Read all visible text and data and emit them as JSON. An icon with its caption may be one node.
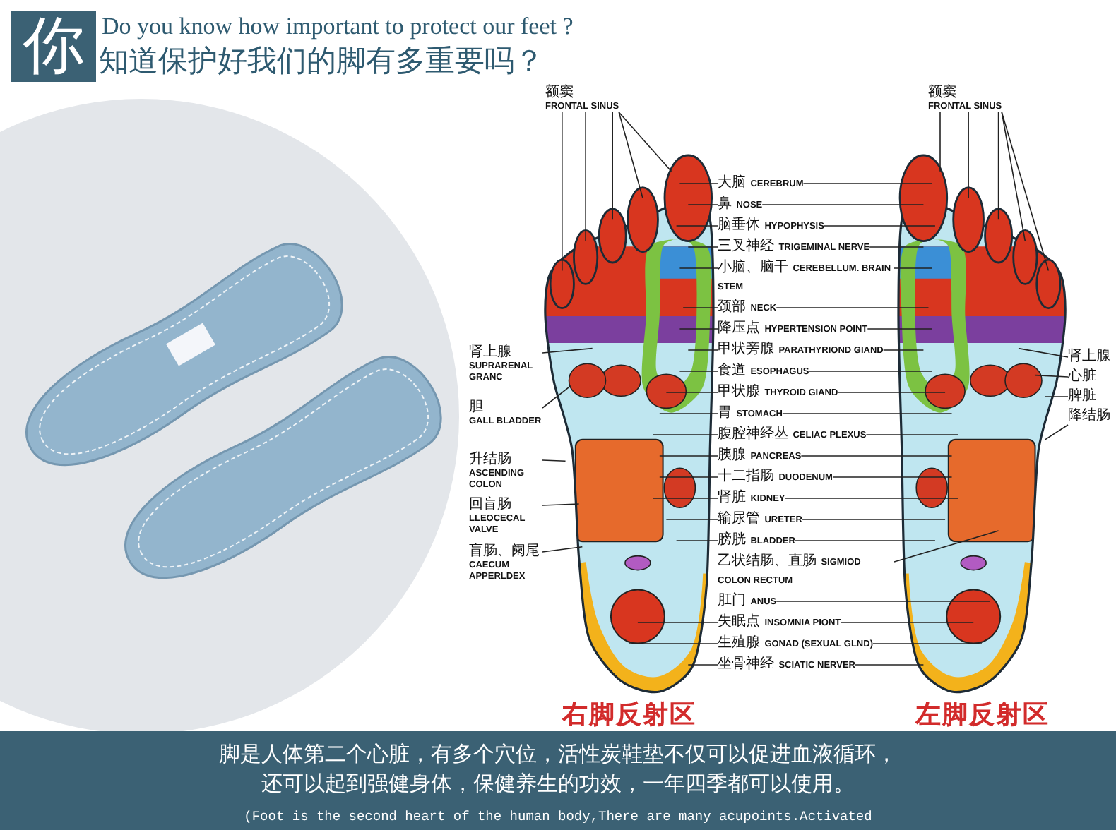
{
  "diagram": {
    "title": "Do you know how important to protect our feet ?",
    "caption": "脚是人体第二个心脏，有多个穴位，活性炭鞋垫不仅可以促进血液循环，还可以起到强健身体，保健养生的功效，一年四季都可以使用。",
    "nodes": [
      {
        "text": [
          "额窦",
          "FRONTAL SINUS"
        ]
      },
      {
        "text": [
          "额窦",
          "FRONTAL SINUS"
        ]
      },
      {
        "text": [
          "大脑",
          "CEREBRUM"
        ]
      },
      {
        "text": [
          "鼻",
          "NOSE"
        ]
      },
      {
        "text": [
          "脑垂体",
          "HYPOPHYSIS"
        ]
      },
      {
        "text": [
          "三叉神经",
          "TRIGEMINAL NERVE"
        ]
      },
      {
        "text": [
          "小脑、脑干",
          "CEREBELLUM. BRAIN STEM"
        ]
      },
      {
        "text": [
          "颈部",
          "NECK"
        ]
      },
      {
        "text": [
          "降压点",
          "HYPERTENSION POINT"
        ]
      },
      {
        "text": [
          "甲状旁腺",
          "PARATHYRIOND GIAND"
        ]
      },
      {
        "text": [
          "食道",
          "ESOPHAGUS"
        ]
      },
      {
        "text": [
          "甲状腺",
          "THYROID GIAND"
        ]
      },
      {
        "text": [
          "胃",
          "STOMACH"
        ]
      },
      {
        "text": [
          "腹腔神经丛",
          "CELIAC PLEXUS"
        ]
      },
      {
        "text": [
          "胰腺",
          "PANCREAS"
        ]
      },
      {
        "text": [
          "十二指肠",
          "DUODENUM"
        ]
      },
      {
        "text": [
          "肾脏",
          "KIDNEY"
        ]
      },
      {
        "text": [
          "输尿管",
          "URETER"
        ]
      },
      {
        "text": [
          "膀胱",
          "BLADDER"
        ]
      },
      {
        "text": [
          "乙状结肠、直肠",
          "SIGMIOD COLON RECTUM"
        ]
      },
      {
        "text": [
          "肛门",
          "ANUS"
        ]
      },
      {
        "text": [
          "失眠点",
          "INSOMNIA PIONT"
        ]
      },
      {
        "text": [
          "生殖腺",
          "GONAD (SEXUAL GLND)"
        ]
      },
      {
        "text": [
          "坐骨神经",
          "SCIATIC NERVER"
        ]
      },
      {
        "text": [
          "肾上腺",
          "SUPRARENAL GRANC"
        ]
      },
      {
        "text": [
          "胆",
          "GALL BLADDER"
        ]
      },
      {
        "text": [
          "升结肠",
          "ASCENDING COLON"
        ]
      },
      {
        "text": [
          "回盲肠",
          "LLEOCECAL VALVE"
        ]
      },
      {
        "text": [
          "盲肠、阑尾",
          "CAECUM APPERLDEX"
        ]
      },
      {
        "text": [
          "肾上腺"
        ]
      },
      {
        "text": [
          "心脏"
        ]
      },
      {
        "text": [
          "脾脏"
        ]
      },
      {
        "text": [
          "降结肠"
        ]
      }
    ],
    "edges": [
      {
        "from": 0,
        "to": null,
        "arrow": "none"
      },
      {
        "from": 0,
        "to": null,
        "arrow": "none"
      },
      {
        "from": 0,
        "to": null,
        "arrow": "none"
      },
      {
        "from": 0,
        "to": null,
        "arrow": "none"
      },
      {
        "from": 0,
        "to": null,
        "arrow": "none"
      },
      {
        "from": 1,
        "to": null,
        "arrow": "none"
      },
      {
        "from": 1,
        "to": null,
        "arrow": "none"
      },
      {
        "from": 1,
        "to": null,
        "arrow": "none"
      },
      {
        "from": 1,
        "to": null,
        "arrow": "none"
      },
      {
        "from": 1,
        "to": null,
        "arrow": "none"
      },
      {
        "from": 2,
        "to": null,
        "arrow": "none"
      },
      {
        "from": 2,
        "to": null,
        "arrow": "none"
      },
      {
        "from": 3,
        "to": null,
        "arrow": "none"
      },
      {
        "from": 3,
        "to": null,
        "arrow": "none"
      },
      {
        "from": 4,
        "to": null,
        "arrow": "none"
      },
      {
        "from": 4,
        "to": null,
        "arrow": "none"
      },
      {
        "from": 5,
        "to": null,
        "arrow": "none"
      },
      {
        "from": 5,
        "to": null,
        "arrow": "none"
      },
      {
        "from": 6,
        "to": null,
        "arrow": "none"
      },
      {
        "from": 6,
        "to": null,
        "arrow": "none"
      },
      {
        "from": 7,
        "to": null,
        "arrow": "none"
      },
      {
        "from": 7,
        "to": null,
        "arrow": "none"
      },
      {
        "from": 8,
        "to": null,
        "arrow": "none"
      },
      {
        "from": 8,
        "to": null,
        "arrow": "none"
      },
      {
        "from": 9,
        "to": null,
        "arrow": "none"
      },
      {
        "from": 9,
        "to": null,
        "arrow": "none"
      },
      {
        "from": 10,
        "to": null,
        "arrow": "none"
      },
      {
        "from": 10,
        "to": null,
        "arrow": "none"
      },
      {
        "from": 11,
        "to": null,
        "arrow": "none"
      },
      {
        "from": 11,
        "to": null,
        "arrow": "none"
      },
      {
        "from": 12,
        "to": null,
        "arrow": "none"
      },
      {
        "from": 12,
        "to": null,
        "arrow": "none"
      },
      {
        "from": 13,
        "to": null,
        "arrow": "none"
      },
      {
        "from": 13,
        "to": null,
        "arrow": "none"
      },
      {
        "from": 14,
        "to": null,
        "arrow": "none"
      },
      {
        "from": 14,
        "to": null,
        "arrow": "none"
      },
      {
        "from": 15,
        "to": null,
        "arrow": "none"
      },
      {
        "from": 15,
        "to": null,
        "arrow": "none"
      },
      {
        "from": 16,
        "to": null,
        "arrow": "none"
      },
      {
        "from": 16,
        "to": null,
        "arrow": "none"
      },
      {
        "from": 17,
        "to": null,
        "arrow": "none"
      },
      {
        "from": 17,
        "to": null,
        "arrow": "none"
      },
      {
        "from": 18,
        "to": null,
        "arrow": "none"
      },
      {
        "from": 18,
        "to": null,
        "arrow": "none"
      },
      {
        "from": 19,
        "to": null,
        "arrow": "none"
      },
      {
        "from": 20,
        "to": null,
        "arrow": "none"
      },
      {
        "from": 21,
        "to": null,
        "arrow": "none"
      },
      {
        "from": 21,
        "to": null,
        "arrow": "none"
      },
      {
        "from": 22,
        "to": null,
        "arrow": "none"
      },
      {
        "from": 22,
        "to": null,
        "arrow": "none"
      },
      {
        "from": 23,
        "to": null,
        "arrow": "none"
      },
      {
        "from": 23,
        "to": null,
        "arrow": "none"
      },
      {
        "from": 24,
        "to": null,
        "arrow": "none"
      },
      {
        "from": 25,
        "to": null,
        "arrow": "none"
      },
      {
        "from": 26,
        "to": null,
        "arrow": "none"
      },
      {
        "from": 27,
        "to": null,
        "arrow": "none"
      },
      {
        "from": 28,
        "to": null,
        "arrow": "none"
      },
      {
        "from": 29,
        "to": null,
        "arrow": "none"
      },
      {
        "from": 30,
        "to": null,
        "arrow": "none"
      },
      {
        "from": 31,
        "to": null,
        "arrow": "none"
      },
      {
        "from": 32,
        "to": null,
        "arrow": "none"
      }
    ],
    "labels": [
      "你",
      "知道保护好我们的脚有多重要吗？",
      "右脚反射区",
      "左脚反射区",
      "(Foot is the second heart of the human body,There are many acupoints.Activated"
    ]
  }
}
